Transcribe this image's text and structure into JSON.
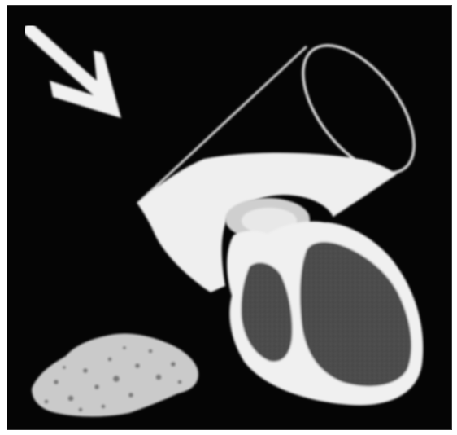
{
  "image": {
    "background": "#050505",
    "frame_border": "#3a3a3a",
    "colors": {
      "highlight": "#f1f1f1",
      "fill_bright": "#efefef",
      "fill_gray": "#4a4a4a",
      "stone_fill": "#c9c9c9",
      "speckle": "#7a7a7a",
      "outline": "#d8d8d8",
      "annulus": "#dcdcdc"
    },
    "elements": [
      {
        "name": "arrow",
        "points_toward": "bottom-right"
      },
      {
        "name": "truncated-cone-container"
      },
      {
        "name": "heart-shaped-structure",
        "chambers": 2
      },
      {
        "name": "stone-fragment"
      }
    ]
  }
}
